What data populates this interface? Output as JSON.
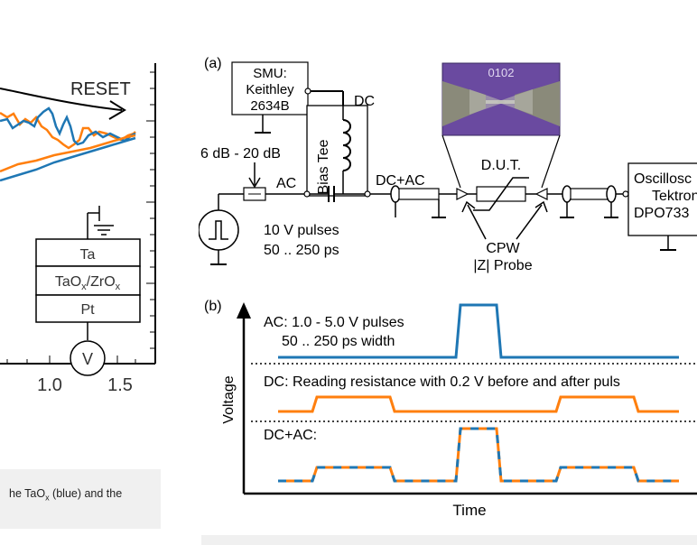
{
  "left_plot": {
    "reset_label": "RESET",
    "x_ticks": [
      "1.0",
      "1.5"
    ],
    "stack": {
      "top": "Ta",
      "middle_main": "TaO",
      "middle_sub1": "x",
      "middle_sep": "/ZrO",
      "middle_sub2": "x",
      "bottom": "Pt",
      "meter": "V"
    },
    "colors": {
      "blue": "#1f77b4",
      "orange": "#ff7f0e"
    }
  },
  "left_caption": {
    "pre": "he TaO",
    "sub": "x",
    "post": " (blue) and the"
  },
  "panel_a": {
    "label": "(a)",
    "smu": [
      "SMU:",
      "Keithley",
      "2634B"
    ],
    "dc": "DC",
    "bias_tee": "Bias Tee",
    "attenuator": "6 dB - 20 dB",
    "ac": "AC",
    "dc_ac": "DC+AC",
    "dut": "D.U.T.",
    "chip_label": "0102",
    "pulses": [
      "10 V pulses",
      "50 .. 250 ps"
    ],
    "probe": [
      "CPW",
      "|Z| Probe"
    ],
    "scope": [
      "Oscillosc",
      "Tektron",
      "DPO733"
    ]
  },
  "panel_b": {
    "label": "(b)",
    "ylabel": "Voltage",
    "xlabel": "Time",
    "ac_text": [
      "AC:  1.0 - 5.0 V pulses",
      "50 .. 250 ps width"
    ],
    "dc_text": "DC: Reading resistance with 0.2 V before and after puls",
    "dcac_text": "DC+AC:"
  }
}
